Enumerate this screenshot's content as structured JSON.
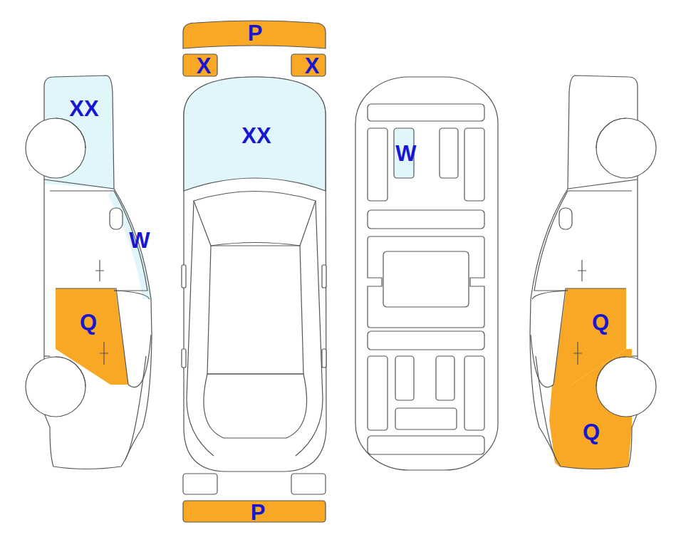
{
  "diagram": {
    "labels": [
      "P",
      "X",
      "X",
      "XX",
      "XX",
      "W",
      "W",
      "Q",
      "Q",
      "Q",
      "P"
    ]
  }
}
